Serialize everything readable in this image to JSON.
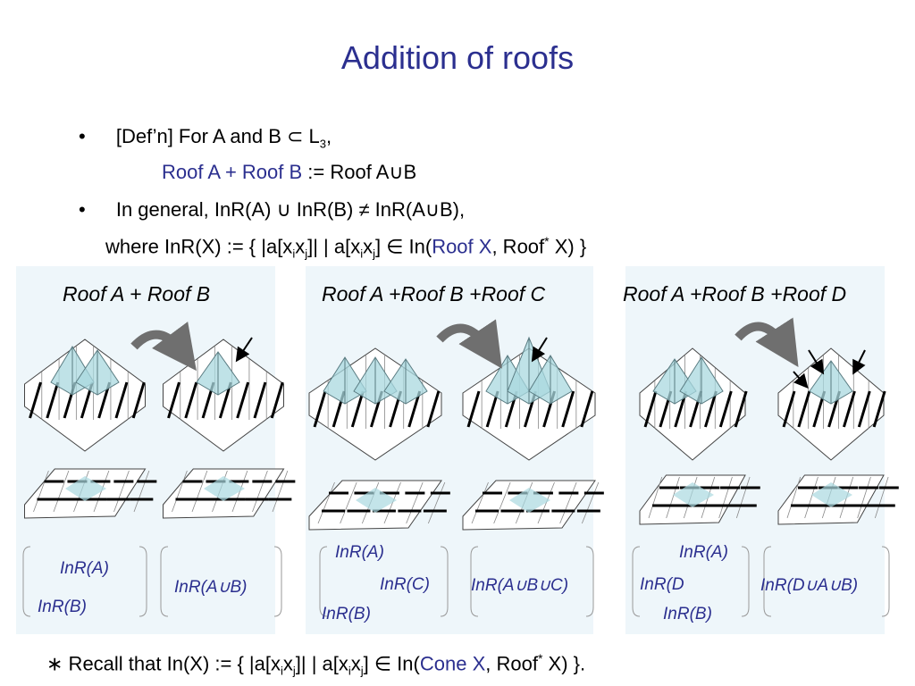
{
  "slide": {
    "title": "Addition of roofs",
    "bullet_char": "•",
    "b1": {
      "a": "[Def’n] For A and B ",
      "sub_sym": "⊂",
      "b": " L",
      "sub": "3",
      "c": ","
    },
    "b1_def": {
      "lhs": "Roof A + Roof B",
      "rhs": " := Roof A∪B"
    },
    "b2": "In general, InR(A) ∪ InR(B) ≠ InR(A∪B),",
    "b2_where": {
      "p1": "where InR(X) := { |a[x",
      "i": "i",
      "p2": "x",
      "j": "j",
      "p3": "]| | a[x",
      "i2": "i",
      "p4": "x",
      "j2": "j",
      "p5": "] ∈ In(",
      "roofx": "Roof X",
      "p6": ", Roof",
      "star": "*",
      "p7": " X) }"
    },
    "footer": {
      "star": "∗",
      "p1": " Recall that In(X) := { |a[x",
      "i": "i",
      "p2": "x",
      "j": "j",
      "p3": "]| | a[x",
      "i2": "i",
      "p4": "x",
      "j2": "j",
      "p5": "] ∈ In(",
      "conex": "Cone X",
      "p6": ", Roof",
      "sup": "*",
      "p7": " X) }."
    }
  },
  "panels": [
    {
      "title": "Roof A + Roof B",
      "labels": [
        "InR(A)",
        "InR(B)",
        "InR(A∪B)"
      ]
    },
    {
      "title": "Roof A +Roof B +Roof C",
      "labels": [
        "InR(A)",
        "InR(C)",
        "InR(B)",
        "InR(A∪B∪C)"
      ]
    },
    {
      "title": "Roof A +Roof B +Roof D",
      "labels": [
        "InR(A)",
        "InR(D",
        "InR(B)",
        "InR(D∪A∪B)"
      ]
    }
  ],
  "colors": {
    "title": "#2b2f8f",
    "panel_bg": "#eef6fa",
    "roof": "#a9d8df",
    "arrow": "#6f6f6f"
  }
}
